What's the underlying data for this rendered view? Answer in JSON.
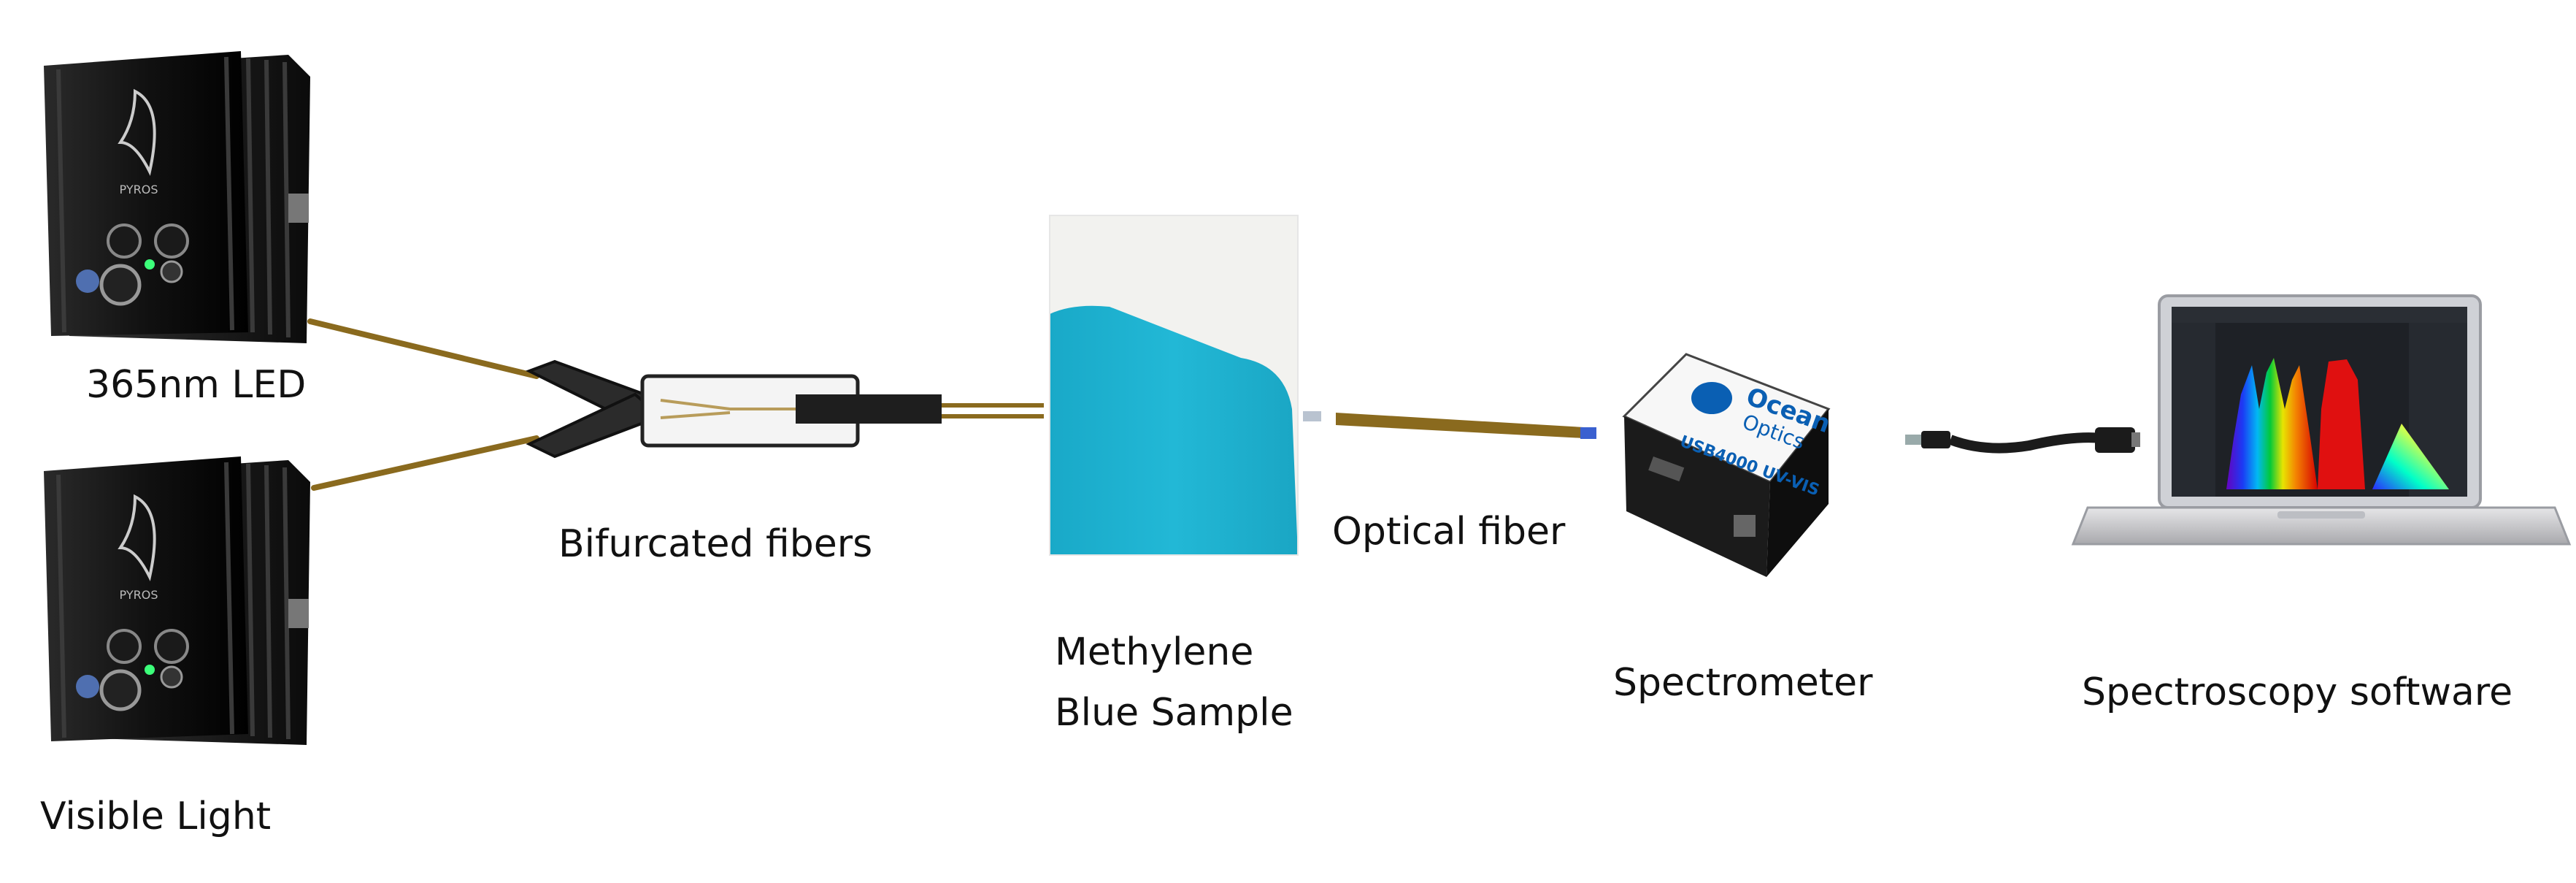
{
  "labels": {
    "led": "365nm LED",
    "visible": "Visible Light",
    "bifurcated": "Bifurcated fibers",
    "sample_line1": "Methylene",
    "sample_line2": "Blue Sample",
    "optical_fiber": "Optical fiber",
    "spectrometer": "Spectrometer",
    "software": "Spectroscopy software"
  },
  "device_text": {
    "light_source_brand": "PYROS",
    "spectrometer_brand_1": "Ocean",
    "spectrometer_brand_2": "Optics",
    "spectrometer_model": "USB4000 UV-VIS"
  },
  "colors": {
    "fiber": "#8a6a1e",
    "sample_blue": "#1fb0cf",
    "led_green": "#3cff7a",
    "device_dark": "#141414",
    "spectrometer_blue": "#0a5fb3"
  }
}
